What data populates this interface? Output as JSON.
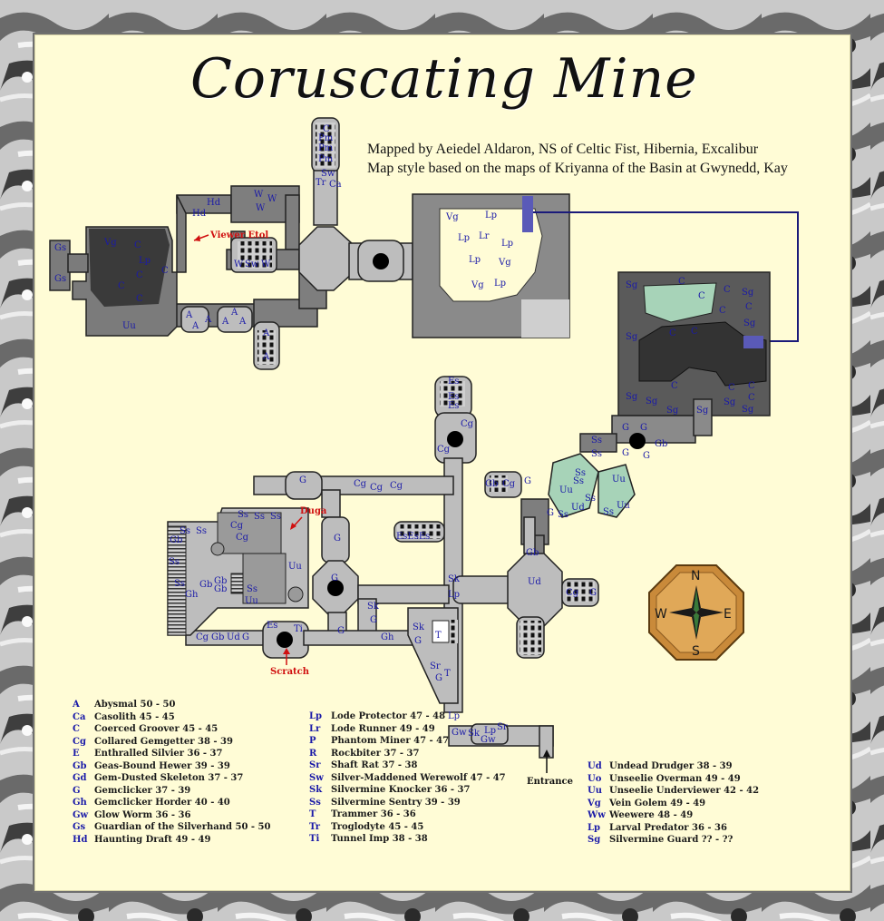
{
  "title": "Coruscating Mine",
  "credits": [
    "Mapped by Aeiedel Aldaron, NS of Celtic Fist, Hibernia, Excalibur",
    "Map style based on the maps of Kriyanna of the Basin at Gwynedd, Kay"
  ],
  "annotations": {
    "viewer_etol": "Viewer Etol",
    "duga": "Duga",
    "scratch": "Scratch",
    "entrance": "Entrance"
  },
  "compass": {
    "n": "N",
    "s": "S",
    "e": "E",
    "w": "W"
  },
  "map_labels": {
    "nw": [
      "Gs",
      "Gs",
      "Vg",
      "C",
      "Lp",
      "C",
      "C",
      "C",
      "C",
      "Uu",
      "Hd",
      "Hd",
      "W",
      "W",
      "W",
      "W",
      "Sw",
      "W",
      "A",
      "A",
      "A",
      "A",
      "A",
      "A",
      "A",
      "A"
    ],
    "tower": [
      "C",
      "Pm",
      "Pm",
      "Pm",
      "Sw",
      "Tr",
      "Ca"
    ],
    "ne_room": [
      "Vg",
      "Lp",
      "Lp",
      "Lr",
      "Lp",
      "Lp",
      "Vg",
      "Vg",
      "Lp"
    ],
    "far_east": [
      "Sg",
      "C",
      "C",
      "Sg",
      "Sg",
      "C",
      "C",
      "Sg",
      "C",
      "C",
      "C",
      "C",
      "Sg",
      "C",
      "C",
      "Sg",
      "C",
      "Sg",
      "Sg",
      "Sg",
      "Sg"
    ],
    "sw": [
      "Es",
      "Es",
      "Es",
      "Cg",
      "Cg",
      "G",
      "Cg",
      "Cg",
      "Cg",
      "Ss",
      "Ss",
      "Ss",
      "Cg",
      "Cg",
      "Ss",
      "Ss",
      "Gb",
      "Ss",
      "Ss",
      "Gb",
      "Gb",
      "Gb",
      "Gh",
      "Ss",
      "Uu",
      "Uu",
      "G",
      "G",
      "EsEsEs",
      "Sk",
      "Lp",
      "Sk",
      "G",
      "Gh",
      "Es",
      "Ti",
      "G",
      "Cg",
      "Gb",
      "Ud",
      "G",
      "Sk",
      "G",
      "T",
      "Sr",
      "G",
      "T",
      "Lp",
      "Gw",
      "Sk",
      "Lp",
      "Gw",
      "Sr"
    ],
    "se": [
      "G",
      "G",
      "Ss",
      "G",
      "Gb",
      "G",
      "Ss",
      "Ss",
      "Uu",
      "Ss",
      "Ud",
      "Ss",
      "Uu",
      "Uu",
      "Ss",
      "Gb",
      "Cg",
      "G",
      "Ss",
      "Gb",
      "Ud",
      "Cg",
      "G",
      "G"
    ]
  },
  "legend": {
    "col1": [
      {
        "code": "A",
        "name": "Abysmal  50 - 50"
      },
      {
        "code": "Ca",
        "name": "Casolith  45 - 45"
      },
      {
        "code": "C",
        "name": "Coerced Groover  45 - 45"
      },
      {
        "code": "Cg",
        "name": "Collared Gemgetter  38 - 39"
      },
      {
        "code": "E",
        "name": "Enthralled Silvier  36 - 37"
      },
      {
        "code": "Gb",
        "name": "Geas-Bound Hewer  39 - 39"
      },
      {
        "code": "Gd",
        "name": "Gem-Dusted Skeleton  37 - 37"
      },
      {
        "code": "G",
        "name": "Gemclicker  37 - 39"
      },
      {
        "code": "Gh",
        "name": "Gemclicker Horder  40 - 40"
      },
      {
        "code": "Gw",
        "name": "Glow Worm  36 - 36"
      },
      {
        "code": "Gs",
        "name": "Guardian of the Silverhand  50 - 50"
      },
      {
        "code": "Hd",
        "name": "Haunting Draft  49 - 49"
      }
    ],
    "col2": [
      {
        "code": "Lp",
        "name": "Lode Protector  47 - 48"
      },
      {
        "code": "Lr",
        "name": "Lode Runner  49 - 49"
      },
      {
        "code": "P",
        "name": "Phantom Miner  47 - 47"
      },
      {
        "code": "R",
        "name": "Rockbiter  37 - 37"
      },
      {
        "code": "Sr",
        "name": "Shaft Rat  37 - 38"
      },
      {
        "code": "Sw",
        "name": "Silver-Maddened Werewolf  47 - 47"
      },
      {
        "code": "Sk",
        "name": "Silvermine Knocker  36 - 37"
      },
      {
        "code": "Ss",
        "name": "Silvermine Sentry  39 - 39"
      },
      {
        "code": "T",
        "name": "Trammer  36 - 36"
      },
      {
        "code": "Tr",
        "name": "Troglodyte  45 - 45"
      },
      {
        "code": "Ti",
        "name": "Tunnel Imp  38 - 38"
      }
    ],
    "col3": [
      {
        "code": "Ud",
        "name": "Undead Drudger  38 - 39"
      },
      {
        "code": "Uo",
        "name": "Unseelie Overman  49 - 49"
      },
      {
        "code": "Uu",
        "name": "Unseelie Underviewer  42 - 42"
      },
      {
        "code": "Vg",
        "name": "Vein Golem  49 - 49"
      },
      {
        "code": "Ww",
        "name": "Weewere  48 - 49"
      },
      {
        "code": "Lp",
        "name": "Larval Predator  36 - 36"
      },
      {
        "code": "Sg",
        "name": "Silvermine Guard ?? - ??"
      }
    ]
  }
}
